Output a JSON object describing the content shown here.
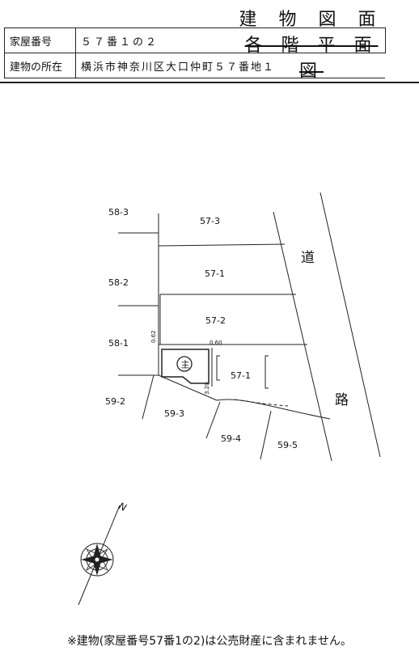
{
  "title": {
    "line1": "建 物 図 面",
    "line2": "各 階 平 面 図"
  },
  "info": {
    "house_number_label": "家屋番号",
    "house_number_value": "５７番１の２",
    "location_label": "建物の所在",
    "location_value": "横浜市神奈川区大口仲町５７番地１"
  },
  "lots": {
    "l58_3": "58-3",
    "l57_3": "57-3",
    "l57_1a": "57-1",
    "l58_2": "58-2",
    "l57_2": "57-2",
    "l58_1": "58-1",
    "l57_1b": "57-1",
    "l59_2": "59-2",
    "l59_3": "59-3",
    "l59_4": "59-4",
    "l59_5": "59-5"
  },
  "road": {
    "char1": "道",
    "char2": "路"
  },
  "dimensions": {
    "d1": "0.62",
    "d2": "0.60",
    "d3": "3.20"
  },
  "building_mark": "主",
  "compass_label": "N",
  "footnote": "※建物(家屋番号57番1の2)は公売財産に含まれません。"
}
